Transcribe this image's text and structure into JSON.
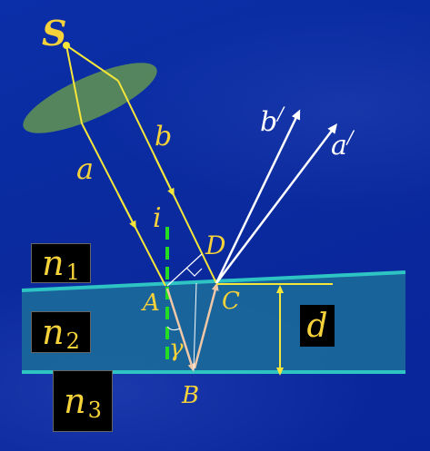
{
  "labels": {
    "source": "S",
    "ray_a": "a",
    "ray_b": "b",
    "reflected_b": "b",
    "reflected_a": "a",
    "prime_b": "/",
    "prime_a": "/",
    "angle_i": "i",
    "angle_gamma": "γ",
    "point_A": "A",
    "point_B": "B",
    "point_C": "C",
    "point_D": "D",
    "thickness": "d"
  },
  "media": [
    {
      "symbol": "n",
      "sub": "1"
    },
    {
      "symbol": "n",
      "sub": "2"
    },
    {
      "symbol": "n",
      "sub": "3"
    }
  ],
  "colors": {
    "background": "#0a2a9e",
    "film": "#1a6a9a",
    "film_edge": "#2ec4c4",
    "incident_ray": "#f6e63a",
    "reflected_ray": "#ffffff",
    "refracted_ray": "#f0c8a8",
    "normal": "#22dd22",
    "lens": "#5a8a5a",
    "label": "#f6d23a"
  }
}
